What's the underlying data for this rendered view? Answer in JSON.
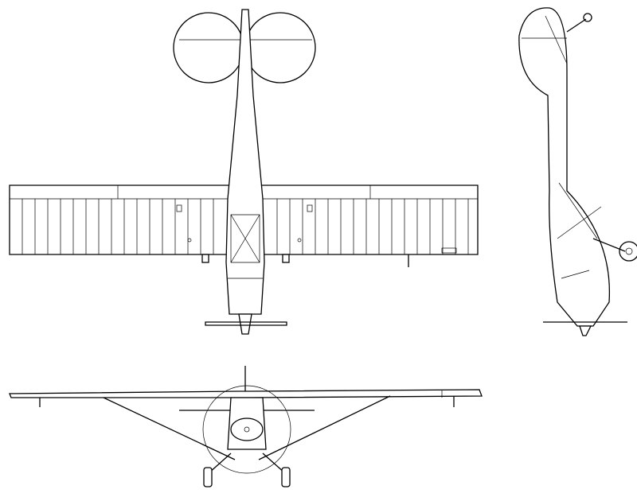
{
  "drawing": {
    "views": [
      "top",
      "side",
      "front"
    ],
    "line_color": "#000000",
    "background": "#ffffff"
  }
}
